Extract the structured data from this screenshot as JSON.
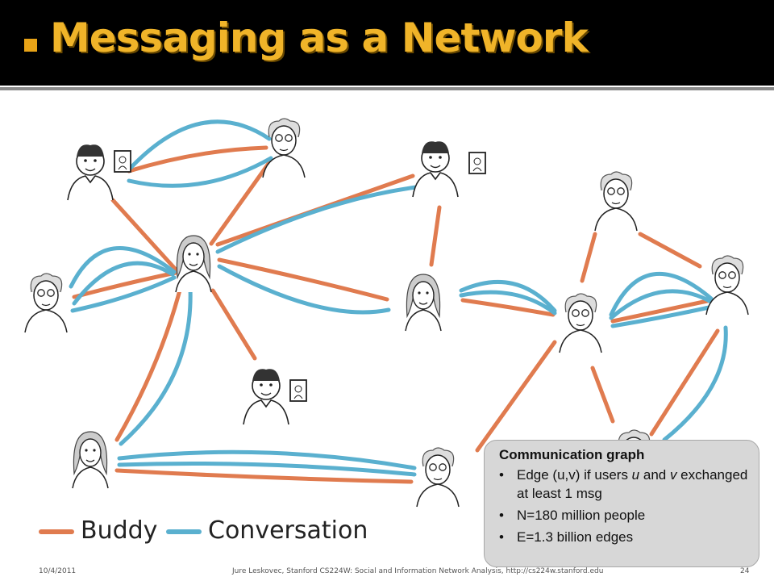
{
  "slide": {
    "title": "Messaging as a Network",
    "colors": {
      "buddy": "#e07b4f",
      "conversation": "#5ab0cf",
      "title_bar": "#000000",
      "title_text": "#f0b429",
      "bullet": "#e8a317"
    }
  },
  "legend": {
    "buddy_label": "Buddy",
    "conversation_label": "Conversation"
  },
  "callout": {
    "title": "Communication graph",
    "bullets": [
      "Edge (u,v) if users u and v exchanged at least 1 msg",
      "N=180 million people",
      "E=1.3 billion edges"
    ]
  },
  "footer": {
    "date": "10/4/2011",
    "credit": "Jure Leskovec, Stanford CS224W: Social and Information Network Analysis, http://cs224w.stanford.edu",
    "page": "24"
  },
  "network": {
    "people": [
      {
        "id": "man-top-left",
        "kind": "man"
      },
      {
        "id": "elder-top",
        "kind": "elder"
      },
      {
        "id": "woman-center",
        "kind": "woman"
      },
      {
        "id": "elder-left",
        "kind": "elder"
      },
      {
        "id": "man-mid",
        "kind": "man"
      },
      {
        "id": "woman-bottom-left",
        "kind": "woman"
      },
      {
        "id": "man-top-center",
        "kind": "man"
      },
      {
        "id": "woman-right",
        "kind": "woman"
      },
      {
        "id": "elder-center-right",
        "kind": "elder"
      },
      {
        "id": "elder-far-top-right",
        "kind": "elder"
      },
      {
        "id": "elder-far-right",
        "kind": "elder"
      },
      {
        "id": "elder-bottom-center",
        "kind": "elder"
      },
      {
        "id": "elder-bottom-right",
        "kind": "elder"
      }
    ]
  }
}
